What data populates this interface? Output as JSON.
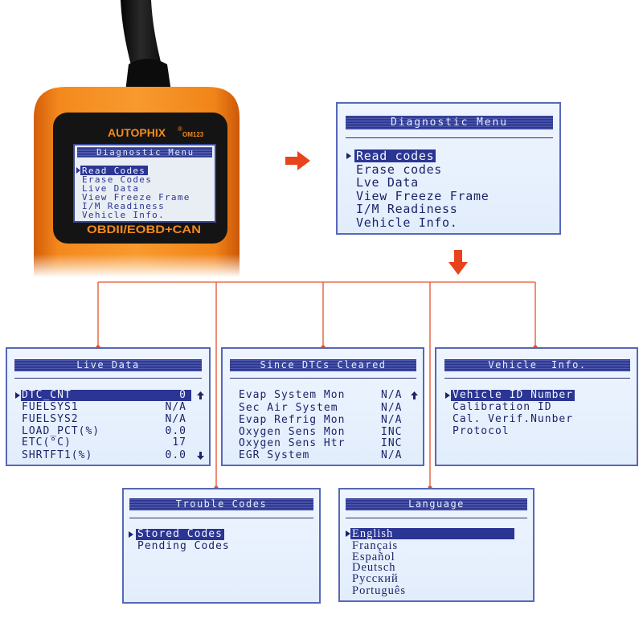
{
  "colors": {
    "panel_border": "#5767b8",
    "panel_bg": "#e9f2fd",
    "lcd_dark": "#2b3593",
    "lcd_text": "#1c2468",
    "connector": "#e0532b",
    "arrow": "#e8431a",
    "device_orange": "#f58a1e"
  },
  "device": {
    "brand": "AUTOPHIX",
    "registered": "®",
    "model": "OM123",
    "label": "OBDII/EOBD+CAN",
    "screen": {
      "title": "Diagnostic Menu",
      "items": [
        "Read Codes",
        "Erase Codes",
        "Live Data",
        "View Freeze Frame",
        "I/M Readiness",
        "Vehicle Info."
      ]
    }
  },
  "main_menu": {
    "title": "Diagnostic Menu",
    "items": [
      "Read codes",
      "Erase codes",
      "Lve Data",
      "View Freeze Frame",
      "I/M Readiness",
      "Vehicle Info."
    ]
  },
  "live_data": {
    "title": "Live Data",
    "rows": [
      {
        "label": "DTC_CNT",
        "value": "0"
      },
      {
        "label": "FUELSYS1",
        "value": "N/A"
      },
      {
        "label": "FUELSYS2",
        "value": "N/A"
      },
      {
        "label": "LOAD_PCT(%)",
        "value": "0.0"
      },
      {
        "label": "ETC(°C)",
        "value": "17"
      },
      {
        "label": "SHRTFT1(%)",
        "value": "0.0"
      }
    ]
  },
  "since_dtcs": {
    "title": "Since DTCs Cleared",
    "rows": [
      {
        "label": "Evap System Mon",
        "value": "N/A"
      },
      {
        "label": "Sec Air System",
        "value": "N/A"
      },
      {
        "label": "Evap Refrig Mon",
        "value": "N/A"
      },
      {
        "label": "Oxygen Sens Mon",
        "value": "INC"
      },
      {
        "label": "Oxygen Sens Htr",
        "value": "INC"
      },
      {
        "label": "EGR System",
        "value": "N/A"
      }
    ]
  },
  "vehicle_info": {
    "title": "Vehicle  Info.",
    "items": [
      "Vehicle ID Number",
      "Calibration ID",
      "Cal. Verif.Nunber",
      "Protocol"
    ]
  },
  "trouble_codes": {
    "title": "Trouble Codes",
    "items": [
      "Stored Codes",
      "Pending Codes"
    ]
  },
  "language": {
    "title": "Language",
    "items": [
      "English",
      "Français",
      "Español",
      "Deutsch",
      "Русский",
      "Português"
    ]
  },
  "icons": {
    "cursor": "selection-cursor-icon",
    "scroll_up": "scroll-up-icon",
    "scroll_down": "scroll-down-icon",
    "flow_right": "arrow-right-icon",
    "flow_down": "arrow-down-icon"
  }
}
